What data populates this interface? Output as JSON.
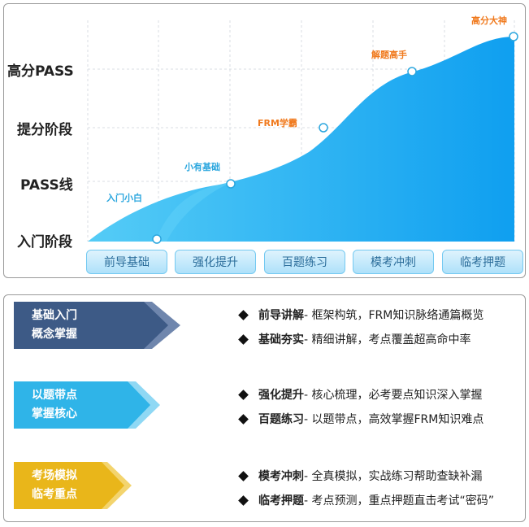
{
  "chart": {
    "y_levels": [
      "高分PASS",
      "提分阶段",
      "PASS线",
      "入门阶段"
    ],
    "milestones": [
      {
        "label": "入门小白",
        "color": "blue"
      },
      {
        "label": "小有基础",
        "color": "blue"
      },
      {
        "label": "FRM学霸",
        "color": "orange"
      },
      {
        "label": "解题高手",
        "color": "orange"
      },
      {
        "label": "高分大神",
        "color": "orange"
      }
    ],
    "stages": [
      "前导基础",
      "强化提升",
      "百题练习",
      "模考冲刺",
      "临考押题"
    ],
    "colors": {
      "curve_light": "#8fe0fb",
      "curve_dark": "#1ba3ef",
      "grid": "#d9dde3",
      "accent_orange": "#f07a1e"
    }
  },
  "phases": [
    {
      "badge_lines": [
        "基础入门",
        "概念掌握"
      ],
      "badge_color": "#3d5a86",
      "items": [
        {
          "title": "前导讲解",
          "text": " - 框架构筑，FRM知识脉络通篇概览"
        },
        {
          "title": "基础夯实",
          "text": " - 精细讲解，考点覆盖超高命中率"
        }
      ]
    },
    {
      "badge_lines": [
        "以题带点",
        "掌握核心"
      ],
      "badge_color": "#2fb4e8",
      "items": [
        {
          "title": "强化提升",
          "text": " - 核心梳理，必考要点知识深入掌握"
        },
        {
          "title": "百题练习",
          "text": " - 以题带点，高效掌握FRM知识难点"
        }
      ]
    },
    {
      "badge_lines": [
        "考场模拟",
        "临考重点"
      ],
      "badge_color": "#e9b61a",
      "items": [
        {
          "title": "模考冲刺",
          "text": " - 全真模拟，实战练习帮助查缺补漏"
        },
        {
          "title": "临考押题",
          "text": " - 考点预测，重点押题直击考试“密码”"
        }
      ]
    }
  ]
}
